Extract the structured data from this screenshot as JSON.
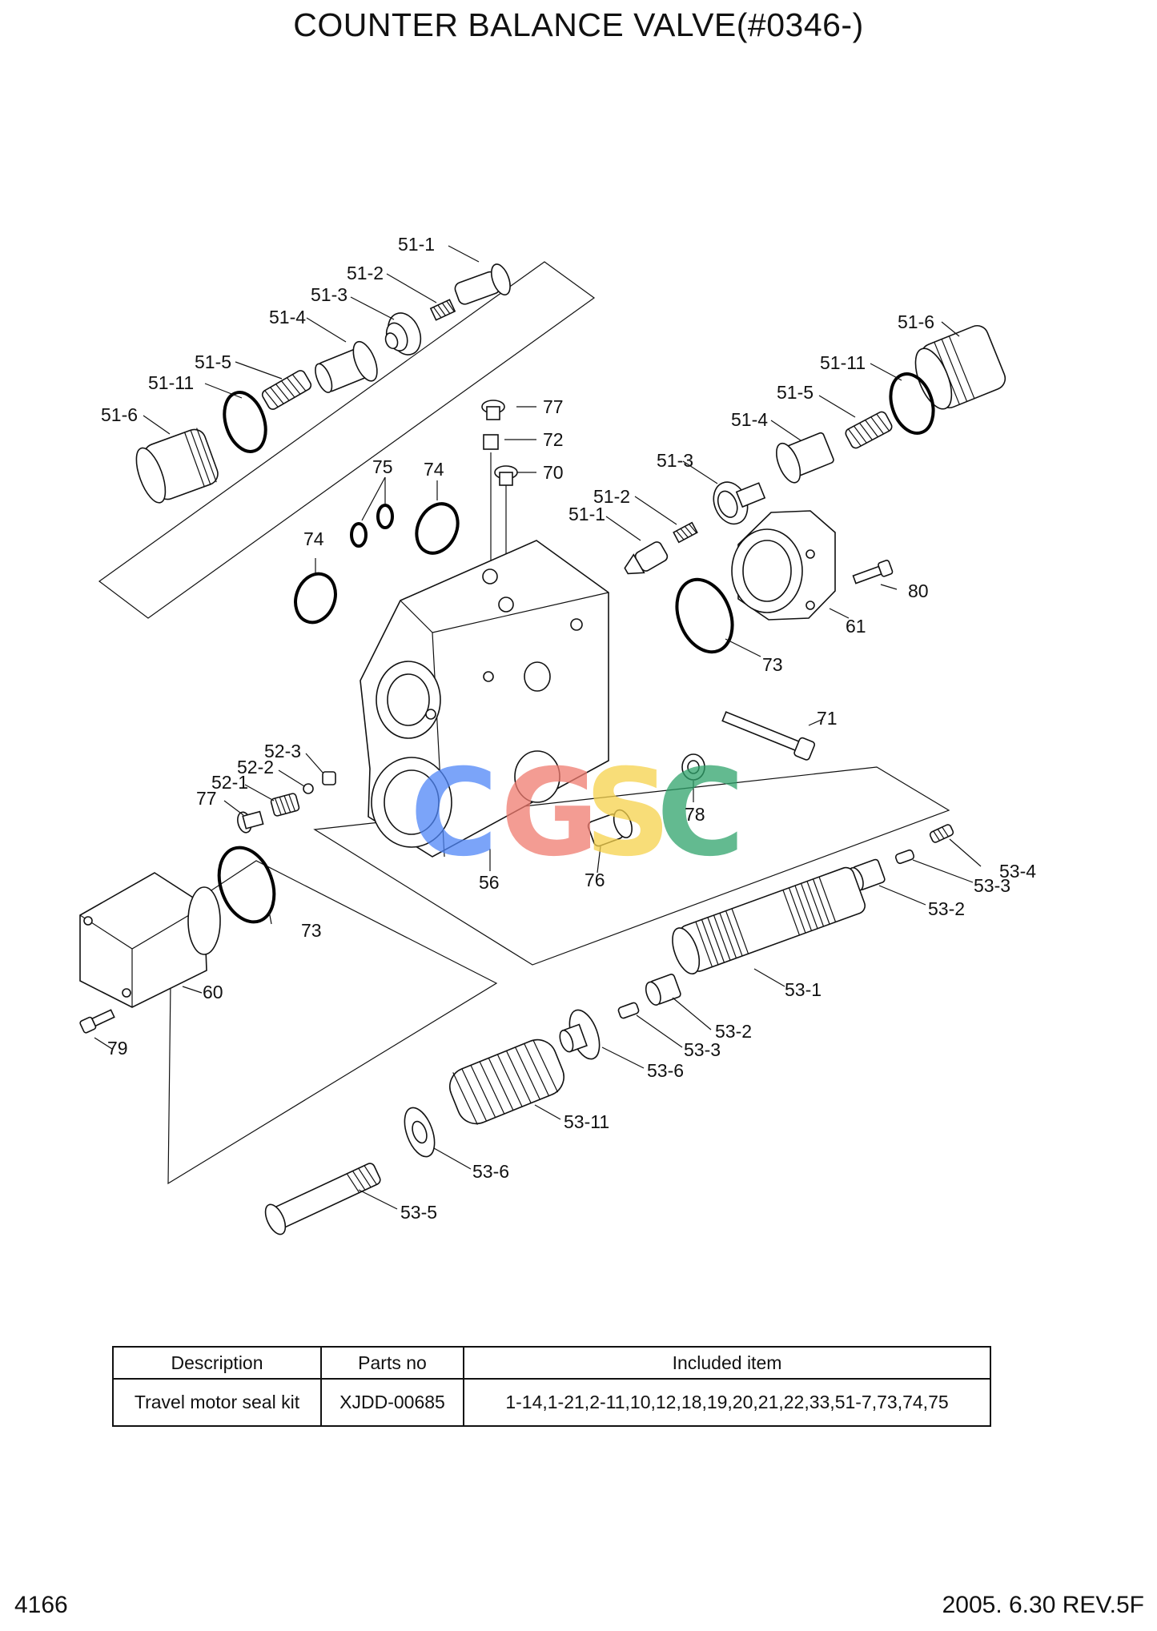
{
  "title": "COUNTER BALANCE VALVE(#0346-)",
  "labels": {
    "l51_1a": "51-1",
    "l51_2a": "51-2",
    "l51_3a": "51-3",
    "l51_4a": "51-4",
    "l51_5a": "51-5",
    "l51_11a": "51-11",
    "l51_6a": "51-6",
    "l51_6b": "51-6",
    "l51_11b": "51-11",
    "l51_5b": "51-5",
    "l51_4b": "51-4",
    "l51_3b": "51-3",
    "l51_2b": "51-2",
    "l51_1b": "51-1",
    "l77a": "77",
    "l72": "72",
    "l70": "70",
    "l75": "75",
    "l74a": "74",
    "l74b": "74",
    "l80": "80",
    "l61": "61",
    "l73a": "73",
    "l71": "71",
    "l52_3": "52-3",
    "l52_2": "52-2",
    "l52_1": "52-1",
    "l77b": "77",
    "l78": "78",
    "l56": "56",
    "l76": "76",
    "l53_4a": "53-4",
    "l53_3a": "53-3",
    "l53_2a": "53-2",
    "l53_1": "53-1",
    "l73b": "73",
    "l60": "60",
    "l79": "79",
    "l53_2b": "53-2",
    "l53_3b": "53-3",
    "l53_6a": "53-6",
    "l53_11": "53-11",
    "l53_6b": "53-6",
    "l53_5": "53-5"
  },
  "watermark": {
    "letters": [
      "C",
      "G",
      "S",
      "C"
    ],
    "colors": [
      "#4f86f7",
      "#f07b6f",
      "#f6d24c",
      "#2fa36b"
    ]
  },
  "table": {
    "headers": [
      "Description",
      "Parts no",
      "Included item"
    ],
    "rows": [
      [
        "Travel motor seal kit",
        "XJDD-00685",
        "1-14,1-21,2-11,10,12,18,19,20,21,22,33,51-7,73,74,75"
      ]
    ]
  },
  "footer": {
    "page": "4166",
    "date_rev": "2005. 6.30  REV.5F"
  }
}
